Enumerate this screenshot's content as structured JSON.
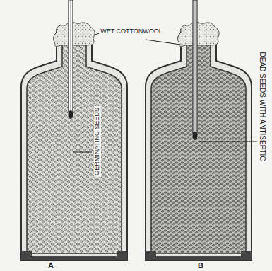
{
  "diagram": {
    "labels": [
      "WET COTTONWOOL",
      "GERMINATING SEEDS",
      "DEAD SEEDS WITH ANTISEPTIC",
      "A",
      "B"
    ]
  }
}
